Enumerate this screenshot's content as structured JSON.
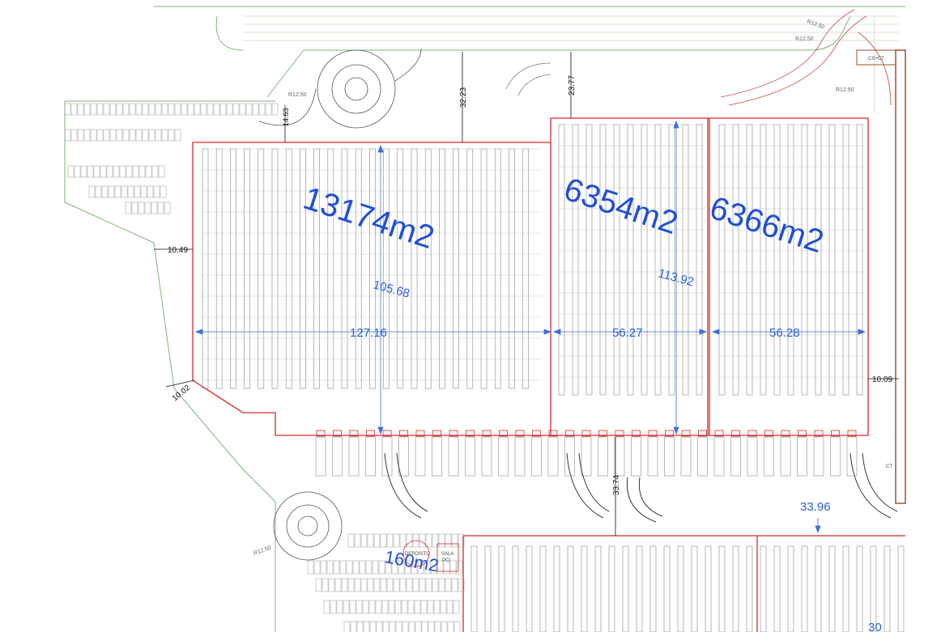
{
  "areas": {
    "main": "13174m2",
    "middle": "6354m2",
    "right": "6366m2",
    "small": "160m2"
  },
  "dimensions": {
    "total_width": "127.16",
    "middle_width": "56.27",
    "right_width": "56.28",
    "main_depth": "105.68",
    "mid_depth": "113.92",
    "front_yard": "33.96",
    "yard_depth": "33.74",
    "top_setback_left": "32.23",
    "top_setback_right": "23.77",
    "top_small": "14.63",
    "left_setback": "10.49",
    "left_bottom": "10.02",
    "right_setback": "10.09"
  },
  "radius_labels": [
    "R12.50",
    "R12.50",
    "R12.50",
    "R12.50",
    "R12.50"
  ],
  "room_labels": {
    "deposito": "DEPOSITO",
    "sala": "SALA",
    "pci": "PCI",
    "cs_ct": "CS+CT",
    "ct": "CT",
    "partial": "30"
  },
  "colors": {
    "building_outline": "#d62a2a",
    "annotation_blue": "#1f4fd6",
    "site_green": "#6aa96a"
  }
}
